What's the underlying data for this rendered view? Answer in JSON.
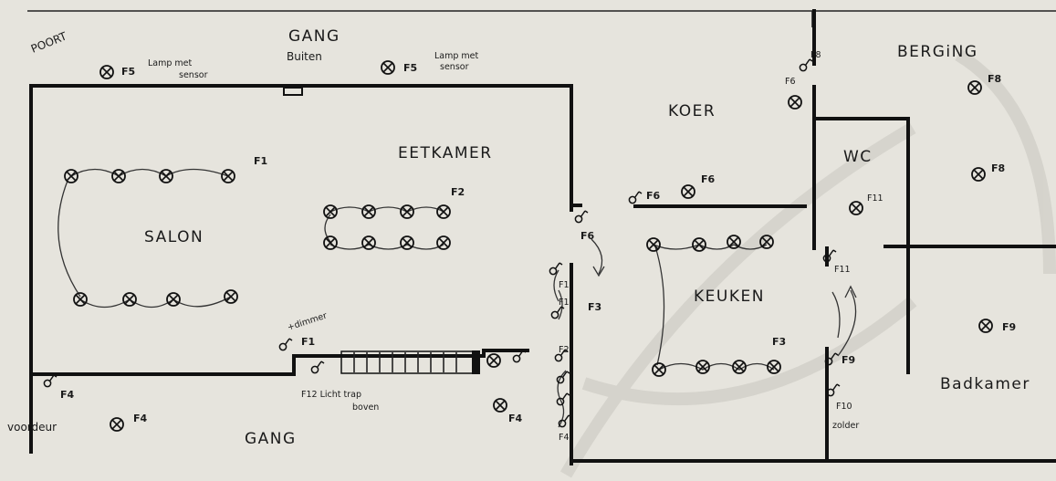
{
  "rooms": {
    "poort": "POORT",
    "gang_buiten_1": "GANG",
    "gang_buiten_2": "Buiten",
    "eetkamer": "EETKAMER",
    "salon": "SALON",
    "koer": "KOER",
    "berging": "BERGiNG",
    "wc": "WC",
    "keuken": "KEUKEN",
    "badkamer": "Badkamer",
    "gang": "GANG",
    "voordeur": "voordeur"
  },
  "notes": {
    "lamp_sensor_1a": "Lamp met",
    "lamp_sensor_1b": "sensor",
    "lamp_sensor_2a": "Lamp met",
    "lamp_sensor_2b": "sensor",
    "dimmer": "+dimmer",
    "f12_a": "F12 Licht trap",
    "f12_b": "boven",
    "zolder": "zolder"
  },
  "tags": {
    "f1": "F1",
    "f2": "F2",
    "f3": "F3",
    "f4": "F4",
    "f5": "F5",
    "f6": "F6",
    "f8": "F8",
    "f9": "F9",
    "f10": "F10",
    "f11": "F11"
  },
  "colors": {
    "ink": "#111111",
    "paper": "#e6e4dd",
    "watermark": "#c9c7c0"
  }
}
